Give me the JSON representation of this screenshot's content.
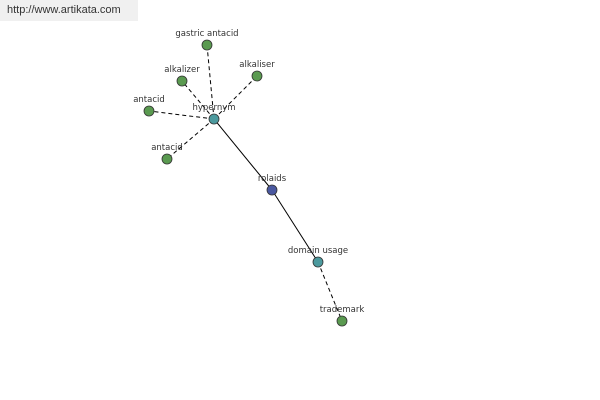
{
  "watermark": "http://www.artikata.com",
  "colors": {
    "leaf": "#5a9a50",
    "hub": "#4c9a9e",
    "center": "#4a58a0"
  },
  "nodes": [
    {
      "id": "gastric_antacid",
      "label": "gastric antacid",
      "kind": "leaf"
    },
    {
      "id": "alkalizer",
      "label": "alkalizer",
      "kind": "leaf"
    },
    {
      "id": "alkaliser",
      "label": "alkaliser",
      "kind": "leaf"
    },
    {
      "id": "antacid_1",
      "label": "antacid",
      "kind": "leaf"
    },
    {
      "id": "hypernym",
      "label": "hypernym",
      "kind": "hub"
    },
    {
      "id": "antacid_2",
      "label": "antacid",
      "kind": "leaf"
    },
    {
      "id": "rolaids",
      "label": "rolaids",
      "kind": "center"
    },
    {
      "id": "domain_usage",
      "label": "domain usage",
      "kind": "hub"
    },
    {
      "id": "trademark",
      "label": "trademark",
      "kind": "leaf"
    }
  ],
  "edges": [
    {
      "from": "hypernym",
      "to": "gastric_antacid",
      "style": "dashed"
    },
    {
      "from": "hypernym",
      "to": "alkalizer",
      "style": "dashed"
    },
    {
      "from": "hypernym",
      "to": "alkaliser",
      "style": "dashed"
    },
    {
      "from": "hypernym",
      "to": "antacid_1",
      "style": "dashed"
    },
    {
      "from": "hypernym",
      "to": "antacid_2",
      "style": "dashed"
    },
    {
      "from": "rolaids",
      "to": "hypernym",
      "style": "solid"
    },
    {
      "from": "rolaids",
      "to": "domain_usage",
      "style": "solid"
    },
    {
      "from": "domain_usage",
      "to": "trademark",
      "style": "dashed"
    }
  ]
}
